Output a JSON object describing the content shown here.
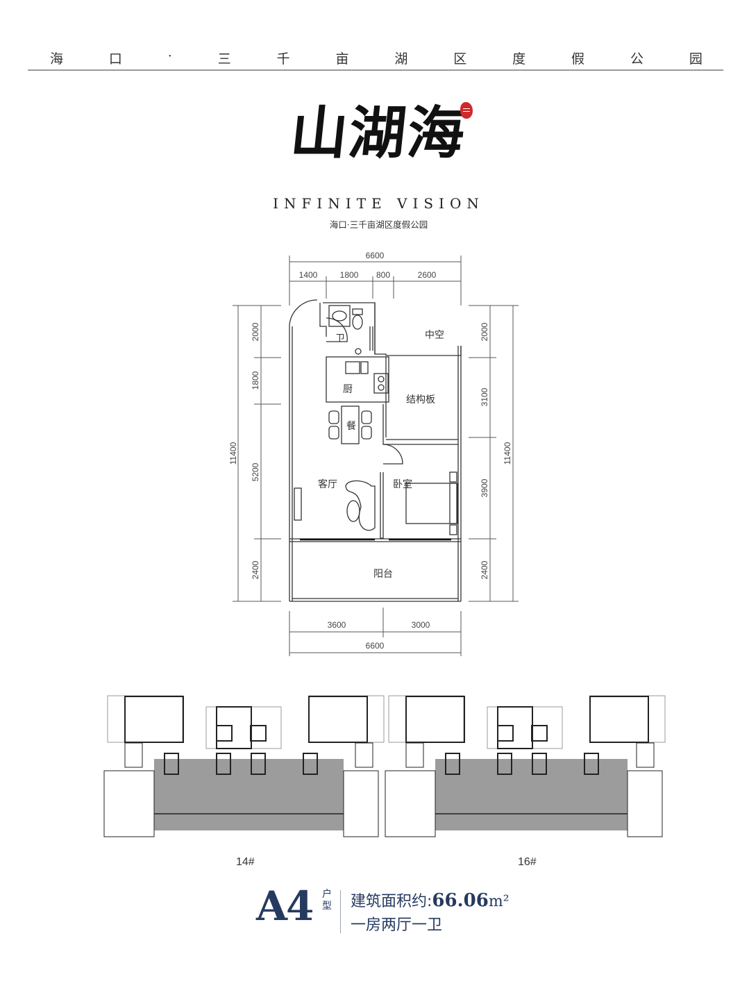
{
  "header": {
    "project_name_chars": [
      "海",
      "口",
      "·",
      "三",
      "千",
      "亩",
      "湖",
      "区",
      "度",
      "假",
      "公",
      "园"
    ]
  },
  "logo": {
    "title": "山湖海",
    "subtitle_en": "INFINITE VISION",
    "subtitle_cn": "海口·三千亩湖区度假公园",
    "seal_color": "#d0282b"
  },
  "floor_plan": {
    "top_dimensions": {
      "total": "6600",
      "segments": [
        "1400",
        "1800",
        "800",
        "2600"
      ]
    },
    "bottom_dimensions": {
      "total": "6600",
      "segments": [
        "3600",
        "3000"
      ]
    },
    "left_dimensions": {
      "total": "11400",
      "segments": [
        "2000",
        "1800",
        "5200",
        "2400"
      ]
    },
    "right_dimensions": {
      "total": "11400",
      "segments": [
        "2000",
        "3100",
        "3900",
        "2400"
      ]
    },
    "rooms": {
      "bathroom": "卫",
      "void": "中空",
      "kitchen": "厨",
      "structural_slab": "结构板",
      "dining": "餐",
      "living_room": "客厅",
      "bedroom": "卧室",
      "balcony": "阳台"
    }
  },
  "key_plans": [
    {
      "label": "14#"
    },
    {
      "label": "16#"
    }
  ],
  "unit_info": {
    "code": "A4",
    "type_tag": "户型",
    "area_label": "建筑面积约:",
    "area_value": "66.06",
    "area_unit": "m²",
    "layout": "一房两厅一卫",
    "text_color": "#263a60"
  }
}
